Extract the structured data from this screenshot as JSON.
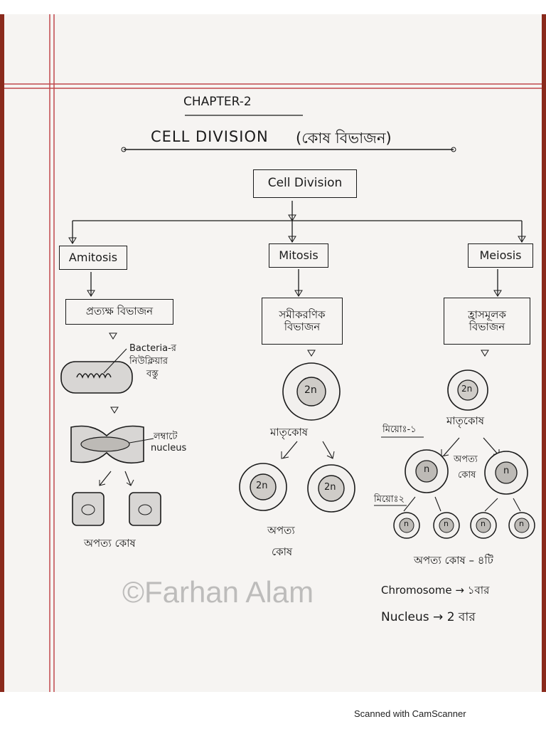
{
  "page": {
    "chapter": "CHAPTER-2",
    "title": "CELL DIVISION",
    "title_bn": "(কোষ বিভাজন)"
  },
  "diagram": {
    "root": "Cell Division",
    "branches": [
      {
        "name": "Amitosis",
        "type_bn": "প্রত্যক্ষ বিভাজন",
        "note_bn_1": "Bacteria-র",
        "note_bn_2": "নিউক্লিয়ার",
        "note_bn_3": "বস্তু",
        "nucleus_note_1": "লম্বাটে",
        "nucleus_note_2": "nucleus",
        "result_bn": "অপত্য কোষ"
      },
      {
        "name": "Mitosis",
        "type_bn_1": "সমীকরণিক",
        "type_bn_2": "বিভাজন",
        "mother_ploidy": "2n",
        "mother_bn": "মাতৃকোষ",
        "daughter_ploidy": "2n",
        "result_bn_1": "অপত্য",
        "result_bn_2": "কোষ"
      },
      {
        "name": "Meiosis",
        "type_bn_1": "হ্রাসমূলক",
        "type_bn_2": "বিভাজন",
        "mother_ploidy": "2n",
        "mother_bn": "মাতৃকোষ",
        "stage1_bn": "মিয়োঃ-১",
        "intermediate_bn_1": "অপত্য",
        "intermediate_bn_2": "কোষ",
        "intermediate_ploidy": "n",
        "stage2_bn": "মিয়োঃ২",
        "final_ploidy": "n",
        "result_bn": "অপত্য কোষ – ৪টি",
        "fact_1": "Chromosome → ১বার",
        "fact_2": "Nucleus → 2 বার"
      }
    ]
  },
  "watermark": "©Farhan Alam",
  "footer": "Scanned with CamScanner"
}
